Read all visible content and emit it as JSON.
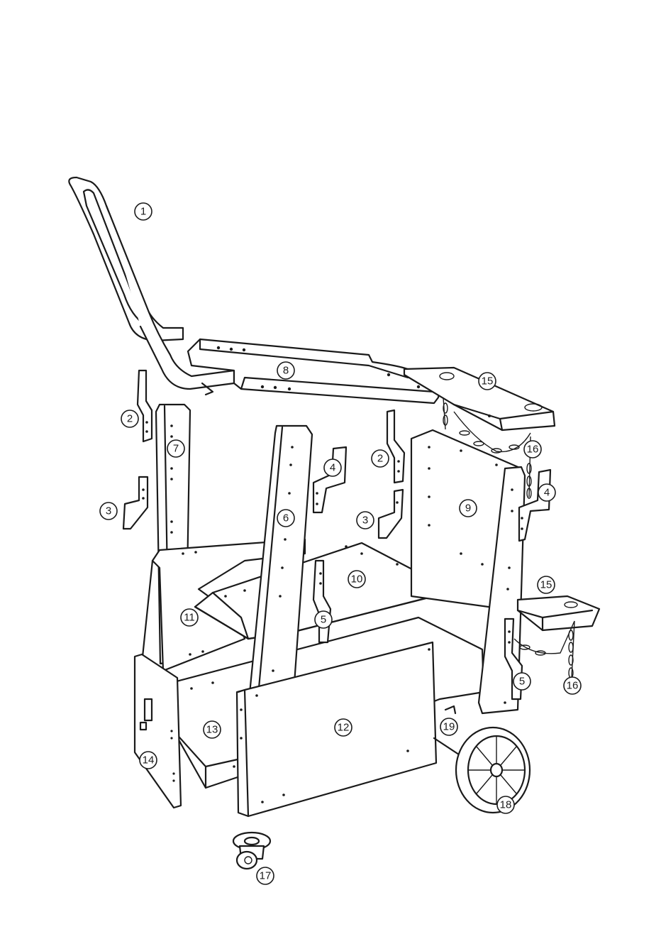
{
  "callouts": [
    {
      "id": "c1",
      "label": "1"
    },
    {
      "id": "c2a",
      "label": "2"
    },
    {
      "id": "c2b",
      "label": "2"
    },
    {
      "id": "c3a",
      "label": "3"
    },
    {
      "id": "c3b",
      "label": "3"
    },
    {
      "id": "c4a",
      "label": "4"
    },
    {
      "id": "c4b",
      "label": "4"
    },
    {
      "id": "c5a",
      "label": "5"
    },
    {
      "id": "c5b",
      "label": "5"
    },
    {
      "id": "c6",
      "label": "6"
    },
    {
      "id": "c7",
      "label": "7"
    },
    {
      "id": "c8",
      "label": "8"
    },
    {
      "id": "c9",
      "label": "9"
    },
    {
      "id": "c10",
      "label": "10"
    },
    {
      "id": "c11",
      "label": "11"
    },
    {
      "id": "c12",
      "label": "12"
    },
    {
      "id": "c13",
      "label": "13"
    },
    {
      "id": "c14",
      "label": "14"
    },
    {
      "id": "c15a",
      "label": "15"
    },
    {
      "id": "c15b",
      "label": "15"
    },
    {
      "id": "c16a",
      "label": "16"
    },
    {
      "id": "c16b",
      "label": "16"
    },
    {
      "id": "c17",
      "label": "17"
    },
    {
      "id": "c18",
      "label": "18"
    },
    {
      "id": "c19",
      "label": "19"
    }
  ]
}
